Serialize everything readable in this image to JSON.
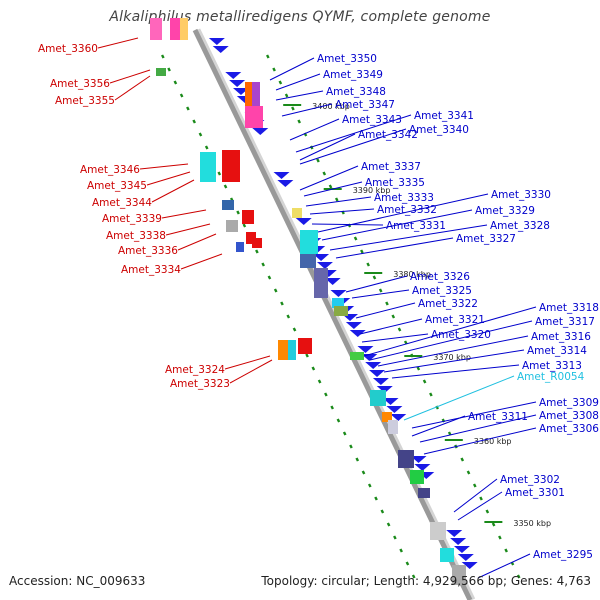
{
  "title": "Alkaliphilus metalliredigens QYMF, complete genome",
  "footer": {
    "accession": "Accession: NC_009633",
    "summary": "Topology: circular; Length: 4,929,566 bp; Genes: 4,763"
  },
  "colors": {
    "backbone": "#999999",
    "forward_gene": "#e61010",
    "reverse_gene": "#1a1ae6",
    "label_left": "#cc0000",
    "label_right": "#0000cc",
    "label_rna": "#20c0e0",
    "tick": "#1a8a1a"
  },
  "scale_labels": [
    "3400 kbp",
    "3390 kbp",
    "3380 kbp",
    "3370 kbp",
    "3360 kbp",
    "3350 kbp"
  ],
  "left_labels": [
    "Amet_3360",
    "Amet_3356",
    "Amet_3355",
    "Amet_3346",
    "Amet_3345",
    "Amet_3344",
    "Amet_3339",
    "Amet_3338",
    "Amet_3336",
    "Amet_3334",
    "Amet_3324",
    "Amet_3323"
  ],
  "right_labels": [
    "Amet_3350",
    "Amet_3349",
    "Amet_3348",
    "Amet_3347",
    "Amet_3343",
    "Amet_3341",
    "Amet_3342",
    "Amet_3340",
    "Amet_3337",
    "Amet_3335",
    "Amet_3333",
    "Amet_3330",
    "Amet_3332",
    "Amet_3329",
    "Amet_3331",
    "Amet_3328",
    "Amet_3327",
    "Amet_3326",
    "Amet_3325",
    "Amet_3322",
    "Amet_3318",
    "Amet_3321",
    "Amet_3317",
    "Amet_3320",
    "Amet_3316",
    "Amet_3314",
    "Amet_3313",
    "Amet_R0054",
    "Amet_3309",
    "Amet_3311",
    "Amet_3308",
    "Amet_3306",
    "Amet_3302",
    "Amet_3301",
    "Amet_3295"
  ],
  "rna_labels": [
    "Amet_R0054"
  ]
}
